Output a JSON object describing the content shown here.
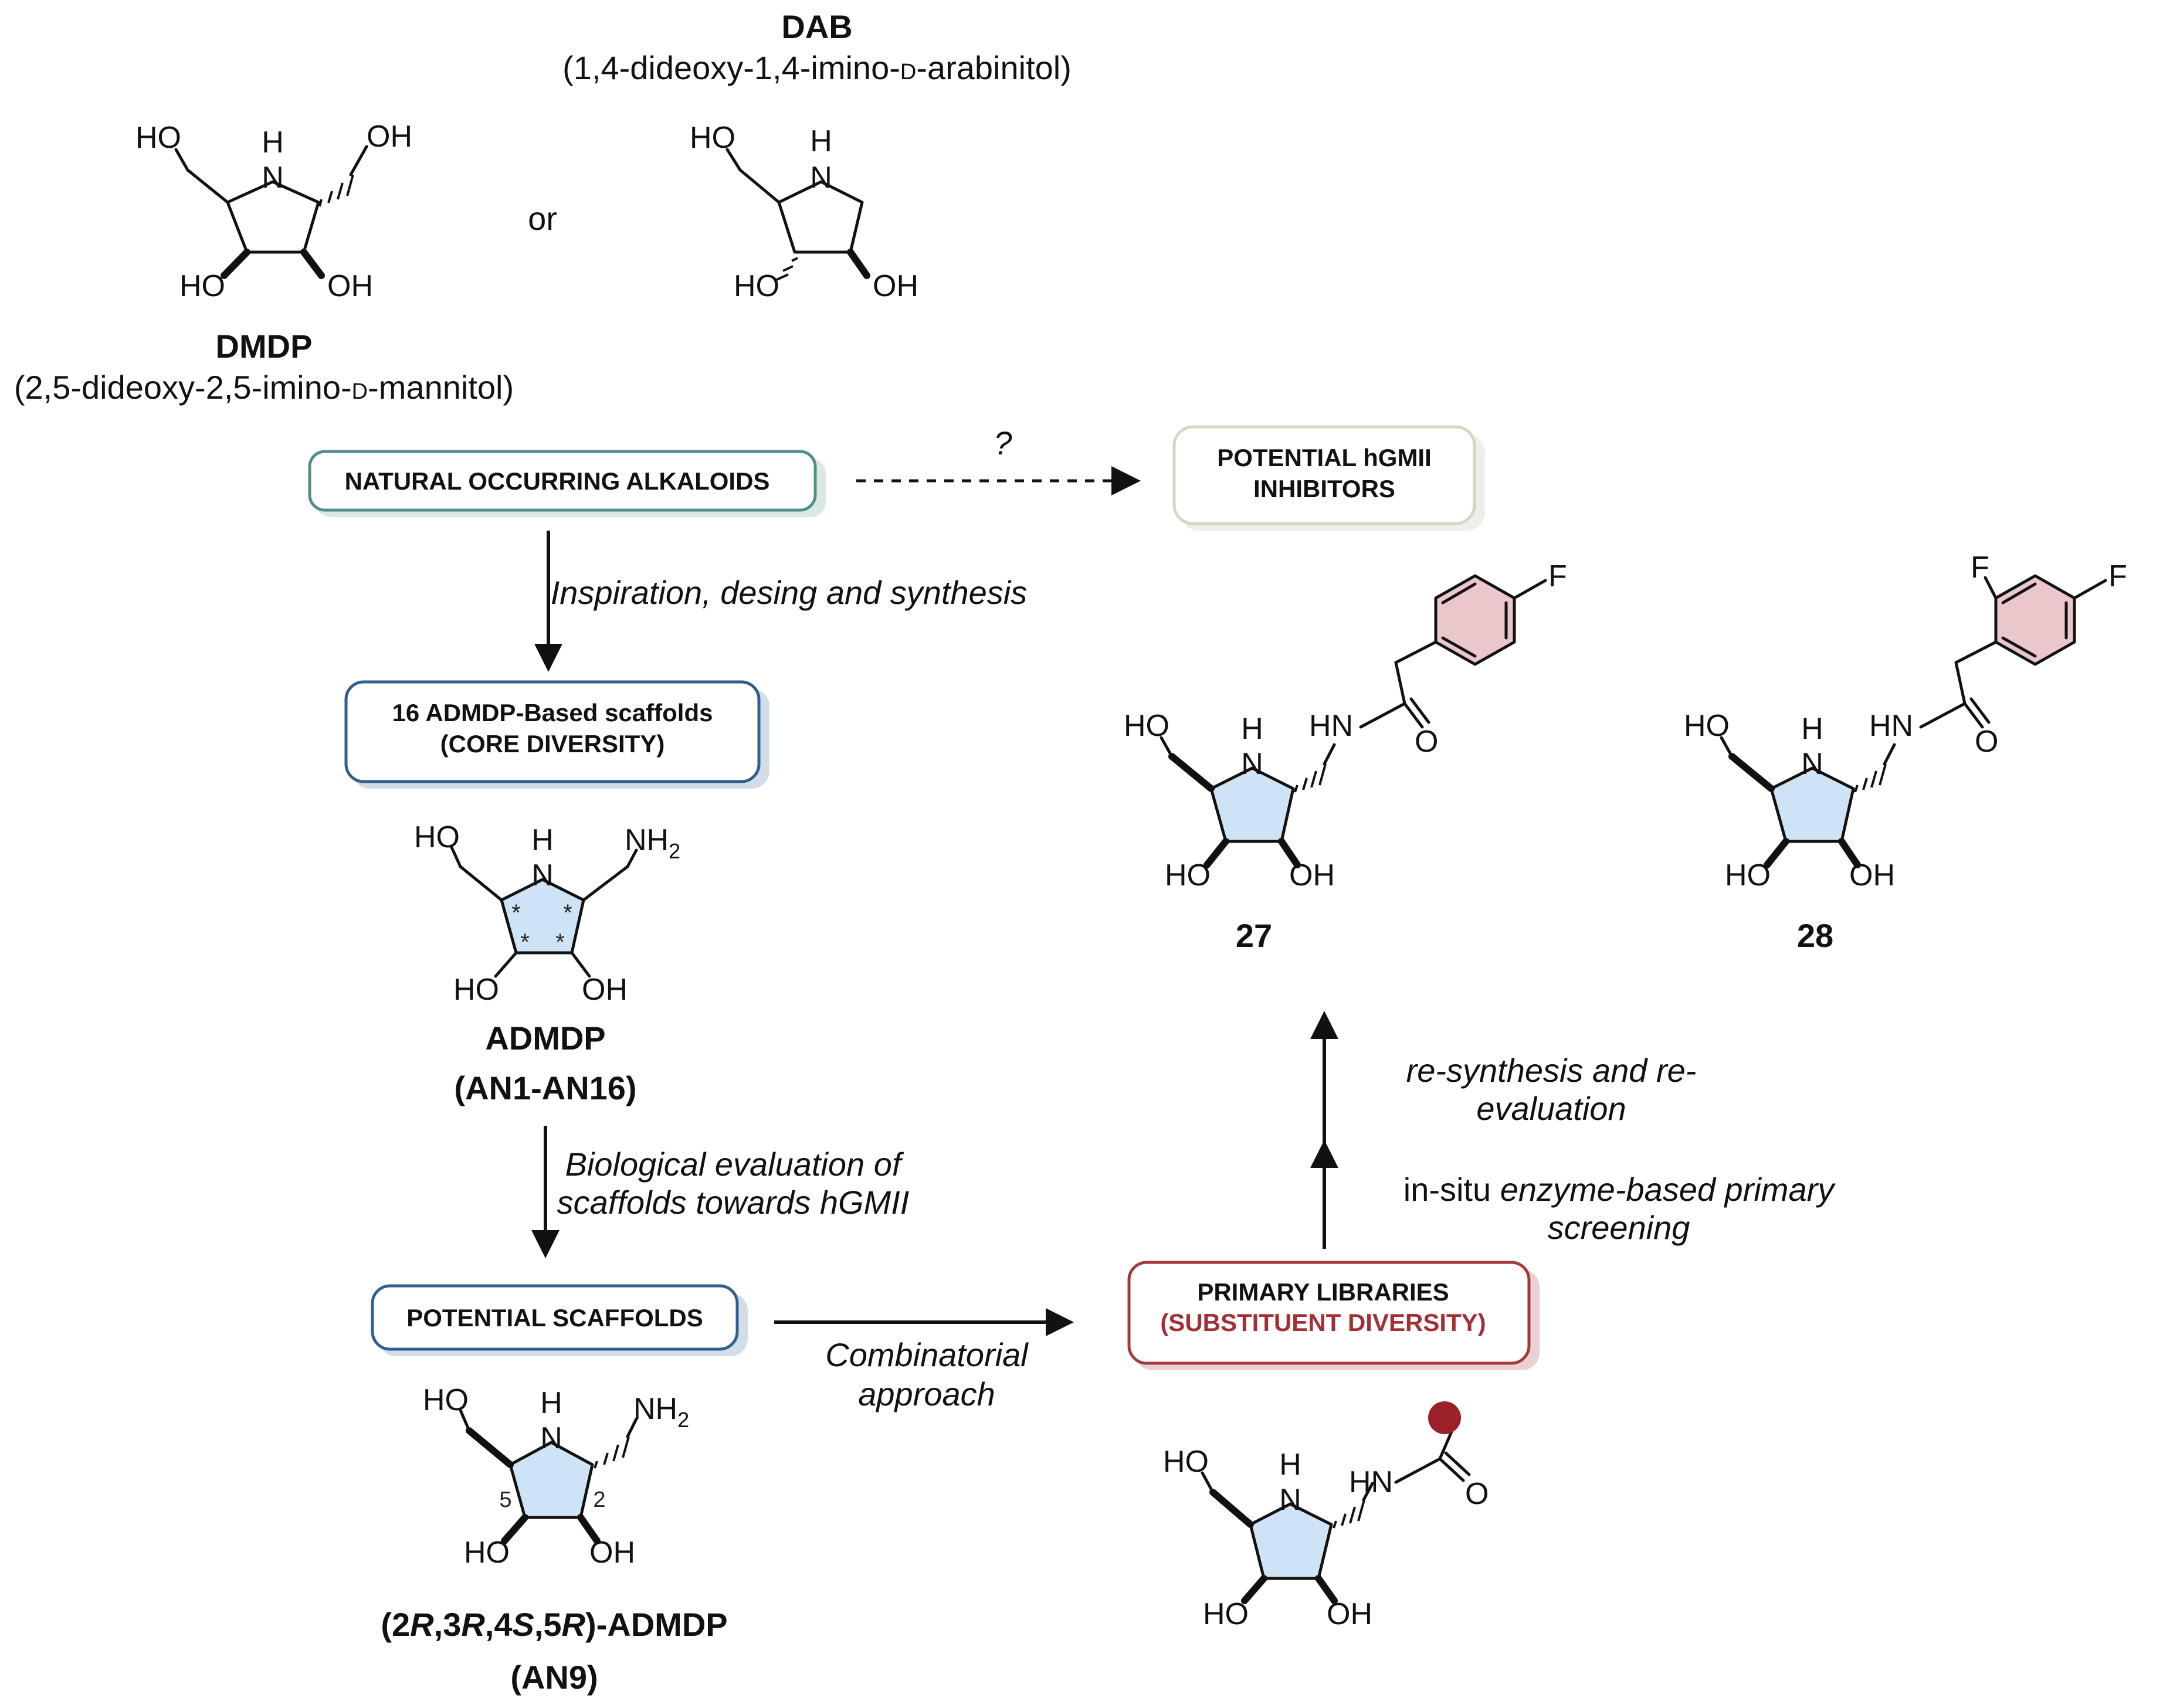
{
  "structures": {
    "dab": {
      "title": "DAB",
      "subtitle_pre": "(1,4-dideoxy-1,4-imino-",
      "subtitle_d": "D",
      "subtitle_post": "-arabinitol)"
    },
    "dmdp": {
      "title": "DMDP",
      "subtitle_pre": "(2,5-dideoxy-2,5-imino-",
      "subtitle_d": "D",
      "subtitle_post": "-mannitol)"
    },
    "or_text": "or",
    "admdp": {
      "title": "ADMDP",
      "subtitle": "(AN1-AN16)"
    },
    "an9": {
      "title_parts": [
        "(2",
        "R",
        ",3",
        "R",
        ",4",
        "S",
        ",5",
        "R",
        ")-ADMDP"
      ],
      "subtitle": "(AN9)"
    },
    "compound_27": "27",
    "compound_28": "28"
  },
  "atoms": {
    "ho": "HO",
    "oh": "OH",
    "h": "H",
    "n": "N",
    "nh": "NH",
    "nh_sub": "2",
    "hn": "HN",
    "o": "O",
    "f": "F",
    "star": "*",
    "locant_5": "5",
    "locant_2": "2"
  },
  "boxes": {
    "natural": "NATURAL OCCURRING ALKALOIDS",
    "potential_line1": "POTENTIAL hGMII",
    "potential_line2": "INHIBITORS",
    "scaffolds_line1": "16 ADMDP-Based scaffolds",
    "scaffolds_line2": "(CORE DIVERSITY)",
    "potential_scaffolds": "POTENTIAL SCAFFOLDS",
    "primary_line1": "PRIMARY LIBRARIES",
    "primary_line2": "(SUBSTITUENT DIVERSITY)"
  },
  "arrows": {
    "question": "?",
    "inspiration": "Inspiration, desing and synthesis",
    "bio_line1": "Biological evaluation of",
    "bio_line2": "scaffolds towards hGMII",
    "comb_line1": "Combinatorial",
    "comb_line2": "approach",
    "resyn_line1": "re-synthesis and re-",
    "resyn_line2": "evaluation",
    "insitu_line1_plain": "in-situ ",
    "insitu_line1_italic": "enzyme-based primary",
    "insitu_line2": "screening"
  },
  "colors": {
    "ring_fill": "#cfe3f6",
    "benzene_fill": "#e9c7cb",
    "teal_border": "#4f8f8a",
    "blue_border": "#2f5f8f",
    "red_border": "#a33a3a",
    "beige_border": "#d8d4c4",
    "substituent_red": "#a32f35",
    "dot_red": "#9b2027"
  }
}
